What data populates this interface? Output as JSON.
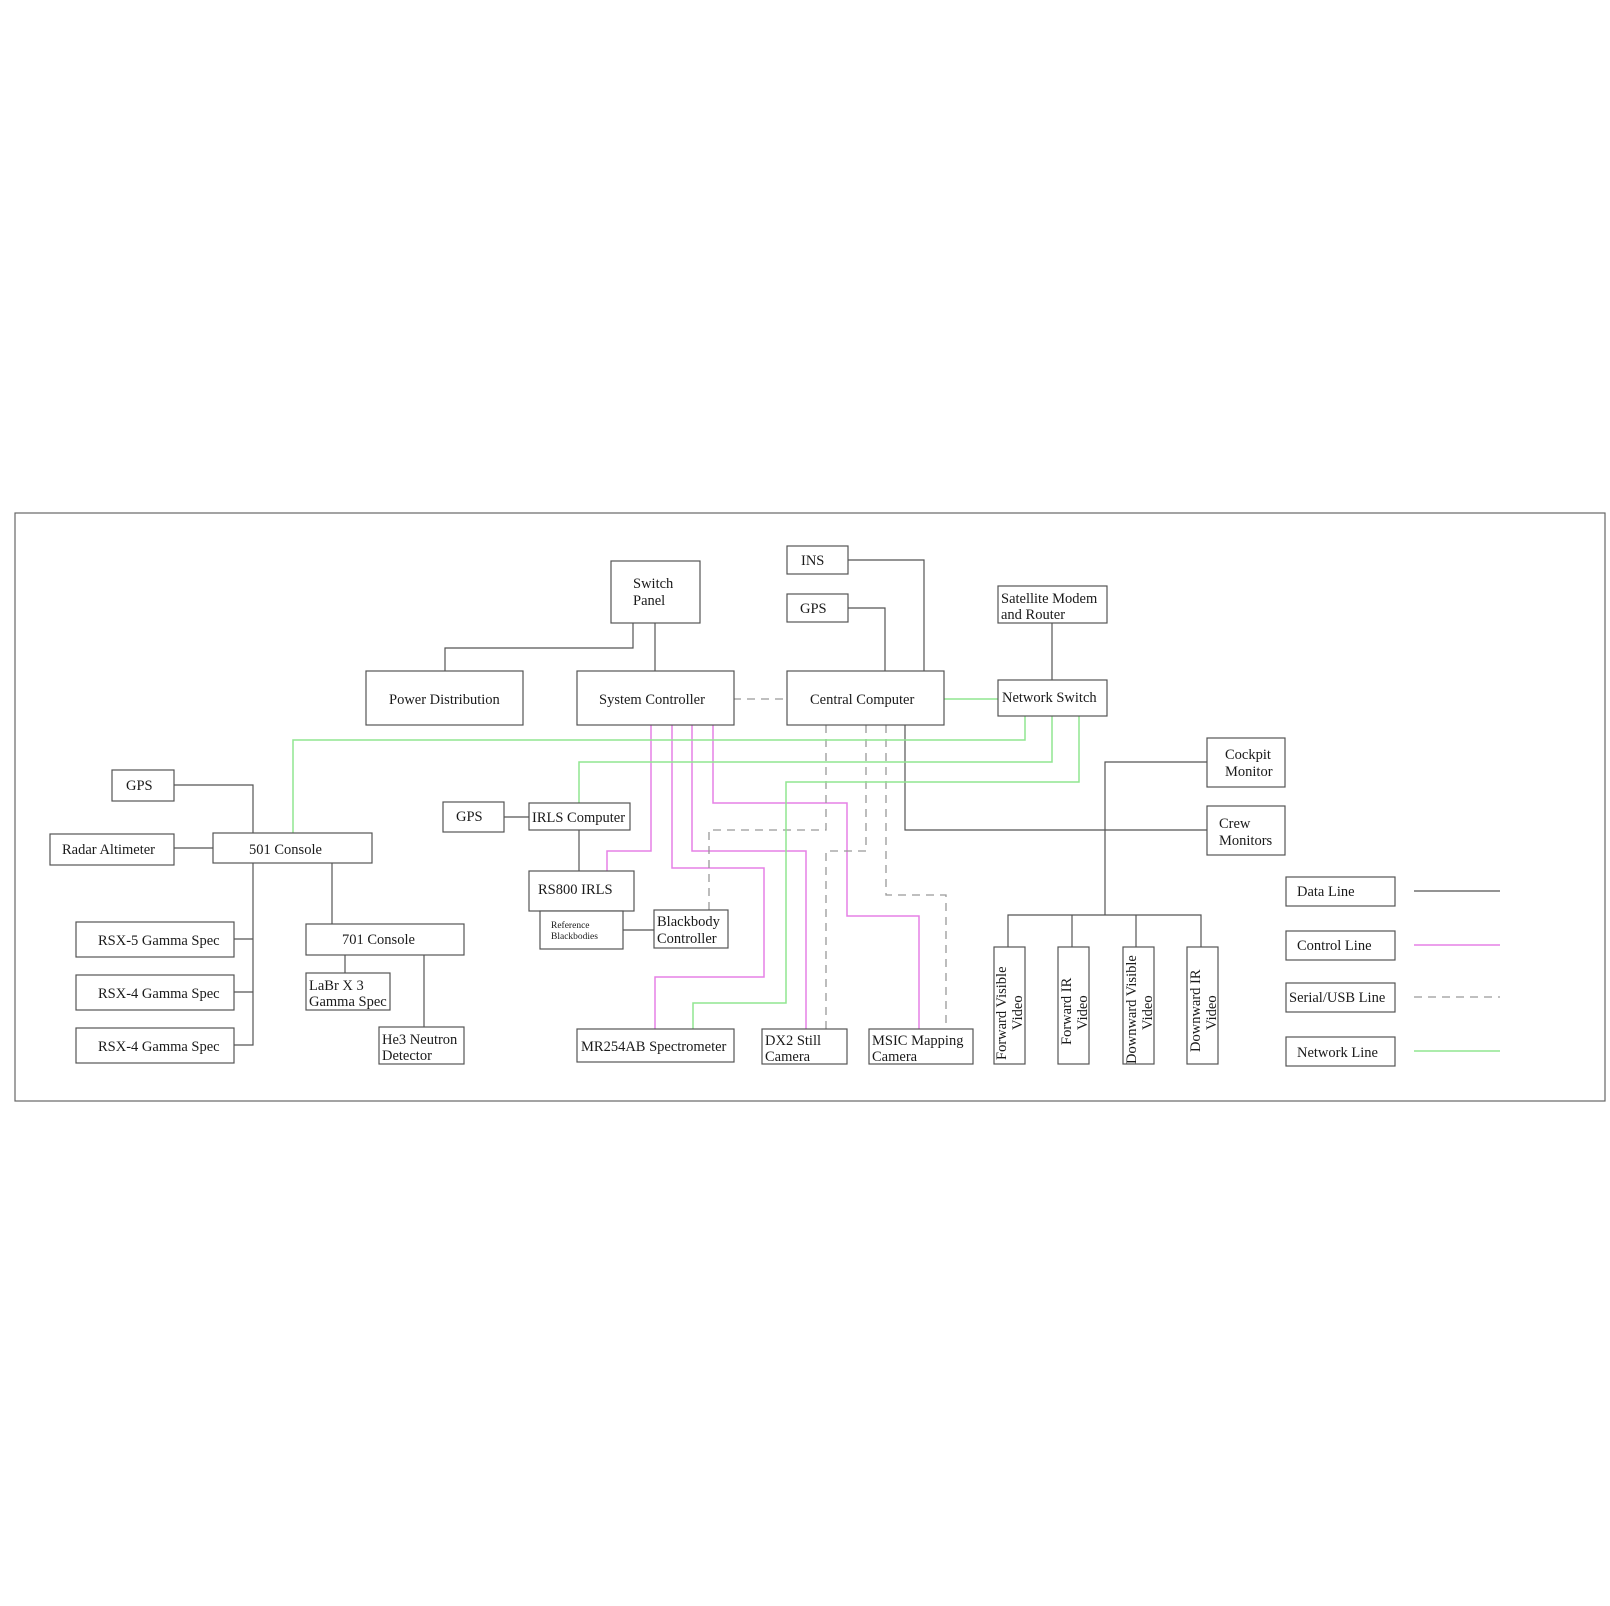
{
  "nodes": {
    "switch_panel": [
      "Switch",
      "Panel"
    ],
    "ins": "INS",
    "gps_top": "GPS",
    "satellite_modem": [
      "Satellite Modem",
      "and Router"
    ],
    "power_distribution": "Power Distribution",
    "system_controller": "System Controller",
    "central_computer": "Central Computer",
    "network_switch": "Network Switch",
    "cockpit_monitor": [
      "Cockpit",
      "Monitor"
    ],
    "crew_monitors": [
      "Crew",
      "Monitors"
    ],
    "gps_left": "GPS",
    "radar_altimeter": "Radar Altimeter",
    "console_501": "501 Console",
    "gps_mid": "GPS",
    "irls_computer": "IRLS Computer",
    "rs800_irls": "RS800 IRLS",
    "reference_blackbodies": [
      "Reference",
      "Blackbodies"
    ],
    "blackbody_controller": [
      "Blackbody",
      "Controller"
    ],
    "rsx5": "RSX-5 Gamma Spec",
    "rsx4a": "RSX-4 Gamma Spec",
    "rsx4b": "RSX-4 Gamma Spec",
    "console_701": "701 Console",
    "labr": [
      "LaBr X 3",
      "Gamma Spec"
    ],
    "he3": [
      "He3 Neutron",
      "Detector"
    ],
    "mr254ab": "MR254AB Spectrometer",
    "dx2": [
      "DX2 Still",
      "Camera"
    ],
    "msic": [
      "MSIC Mapping",
      "Camera"
    ],
    "fwd_visible": [
      "Forward Visible",
      "Video"
    ],
    "fwd_ir": [
      "Forward IR",
      "Video"
    ],
    "down_visible": [
      "Downward Visible",
      "Video"
    ],
    "down_ir": [
      "Downward IR",
      "Video"
    ]
  },
  "legend": [
    {
      "label": "Data Line",
      "style": "data",
      "color": "#555555"
    },
    {
      "label": "Control Line",
      "style": "control",
      "color": "#e680e6"
    },
    {
      "label": "Serial/USB Line",
      "style": "serial",
      "color": "#999999"
    },
    {
      "label": "Network Line",
      "style": "network",
      "color": "#90e690"
    }
  ]
}
